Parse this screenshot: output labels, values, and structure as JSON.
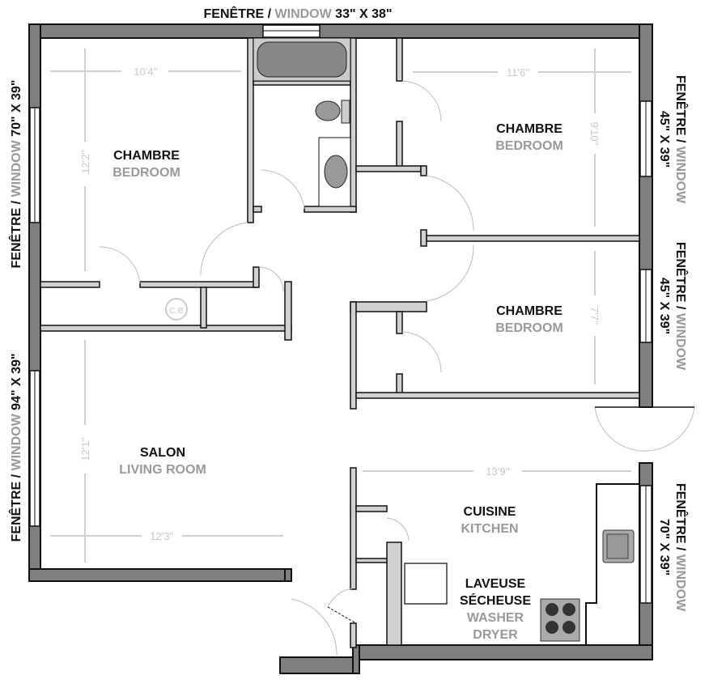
{
  "windows": {
    "top": {
      "fr": "FENÊTRE /",
      "en": "WINDOW",
      "size": "33\" X 38\""
    },
    "left_top": {
      "fr": "FENÊTRE /",
      "en": "WINDOW",
      "size": "70\" X 39\""
    },
    "left_bottom": {
      "fr": "FENÊTRE /",
      "en": "WINDOW",
      "size": "94\" X 39\""
    },
    "right_top": {
      "fr": "FENÊTRE /",
      "en": "WINDOW",
      "size": "45\" X 39\""
    },
    "right_mid": {
      "fr": "FENÊTRE /",
      "en": "WINDOW",
      "size": "45\" X 39\""
    },
    "right_bottom": {
      "fr": "FENÊTRE /",
      "en": "WINDOW",
      "size": "70\" X 39\""
    }
  },
  "rooms": {
    "bedroom1": {
      "fr": "CHAMBRE",
      "en": "BEDROOM",
      "width": "10'4''",
      "depth": "12'2''"
    },
    "bedroom2": {
      "fr": "CHAMBRE",
      "en": "BEDROOM",
      "width": "11'6''",
      "depth": "9'10''"
    },
    "bedroom3": {
      "fr": "CHAMBRE",
      "en": "BEDROOM",
      "depth": "7'7''"
    },
    "living": {
      "fr": "SALON",
      "en": "LIVING ROOM",
      "width": "12'3''",
      "depth": "12'1''"
    },
    "kitchen": {
      "fr": "CUISINE",
      "en": "KITCHEN",
      "width": "13'9''"
    },
    "laundry": {
      "fr1": "LAVEUSE",
      "fr2": "SÉCHEUSE",
      "en1": "WASHER",
      "en2": "DRYER"
    }
  },
  "water_heater": "c.e"
}
